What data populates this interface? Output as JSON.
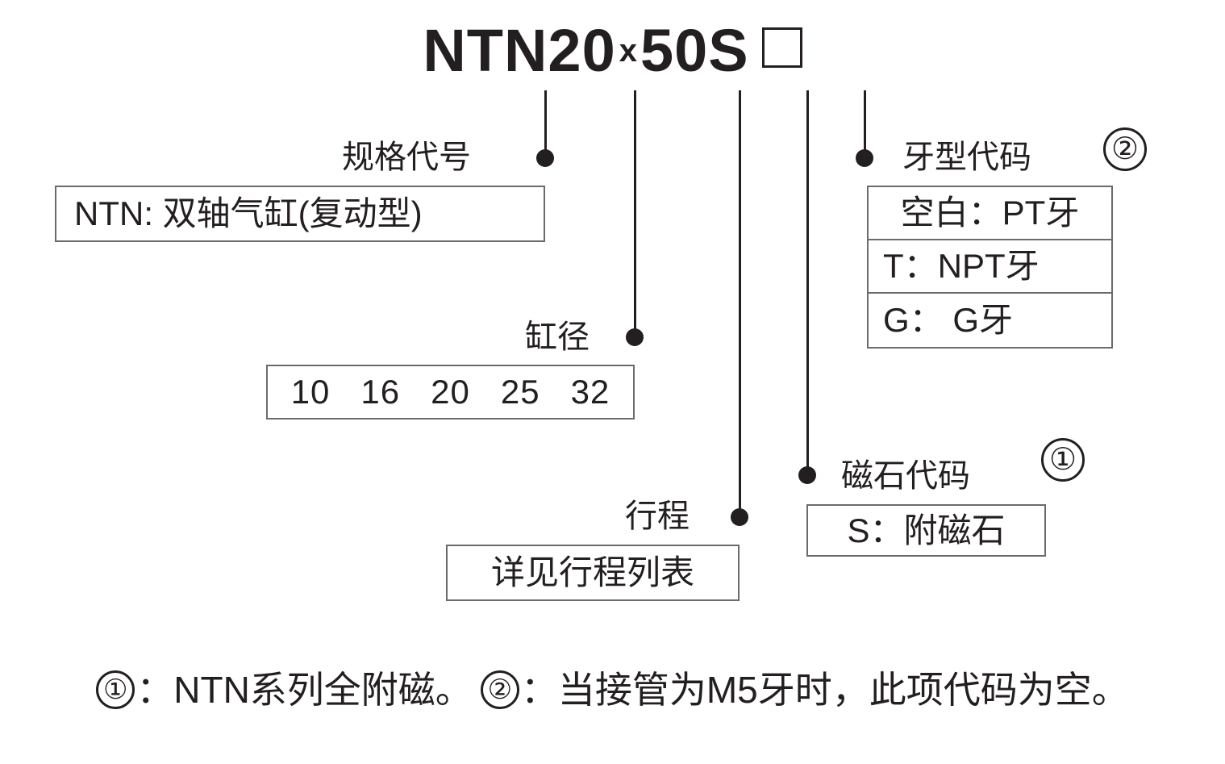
{
  "model_code": {
    "prefix": "NTN",
    "bore": "20",
    "separator": "x",
    "stroke": "50",
    "magnet": "S",
    "thread_placeholder": ""
  },
  "callouts": {
    "spec": {
      "label": "规格代号",
      "value": "NTN: 双轴气缸(复动型)"
    },
    "bore": {
      "label": "缸径",
      "values": [
        "10",
        "16",
        "20",
        "25",
        "32"
      ]
    },
    "stroke": {
      "label": "行程",
      "value": "详见行程列表"
    },
    "magnet": {
      "label": "磁石代码",
      "value": "S：附磁石",
      "note_marker": "①"
    },
    "thread": {
      "label": "牙型代码",
      "note_marker": "②",
      "rows": [
        "空白：PT牙",
        "T：NPT牙",
        "G： G牙"
      ]
    }
  },
  "footnotes": [
    {
      "marker": "①",
      "separator": "：",
      "text": "NTN系列全附磁。"
    },
    {
      "marker": "②",
      "separator": "：",
      "text": "当接管为M5牙时，此项代码为空。"
    }
  ],
  "colors": {
    "ink": "#231f20",
    "box_border": "#6d6a6b",
    "background": "#ffffff"
  }
}
